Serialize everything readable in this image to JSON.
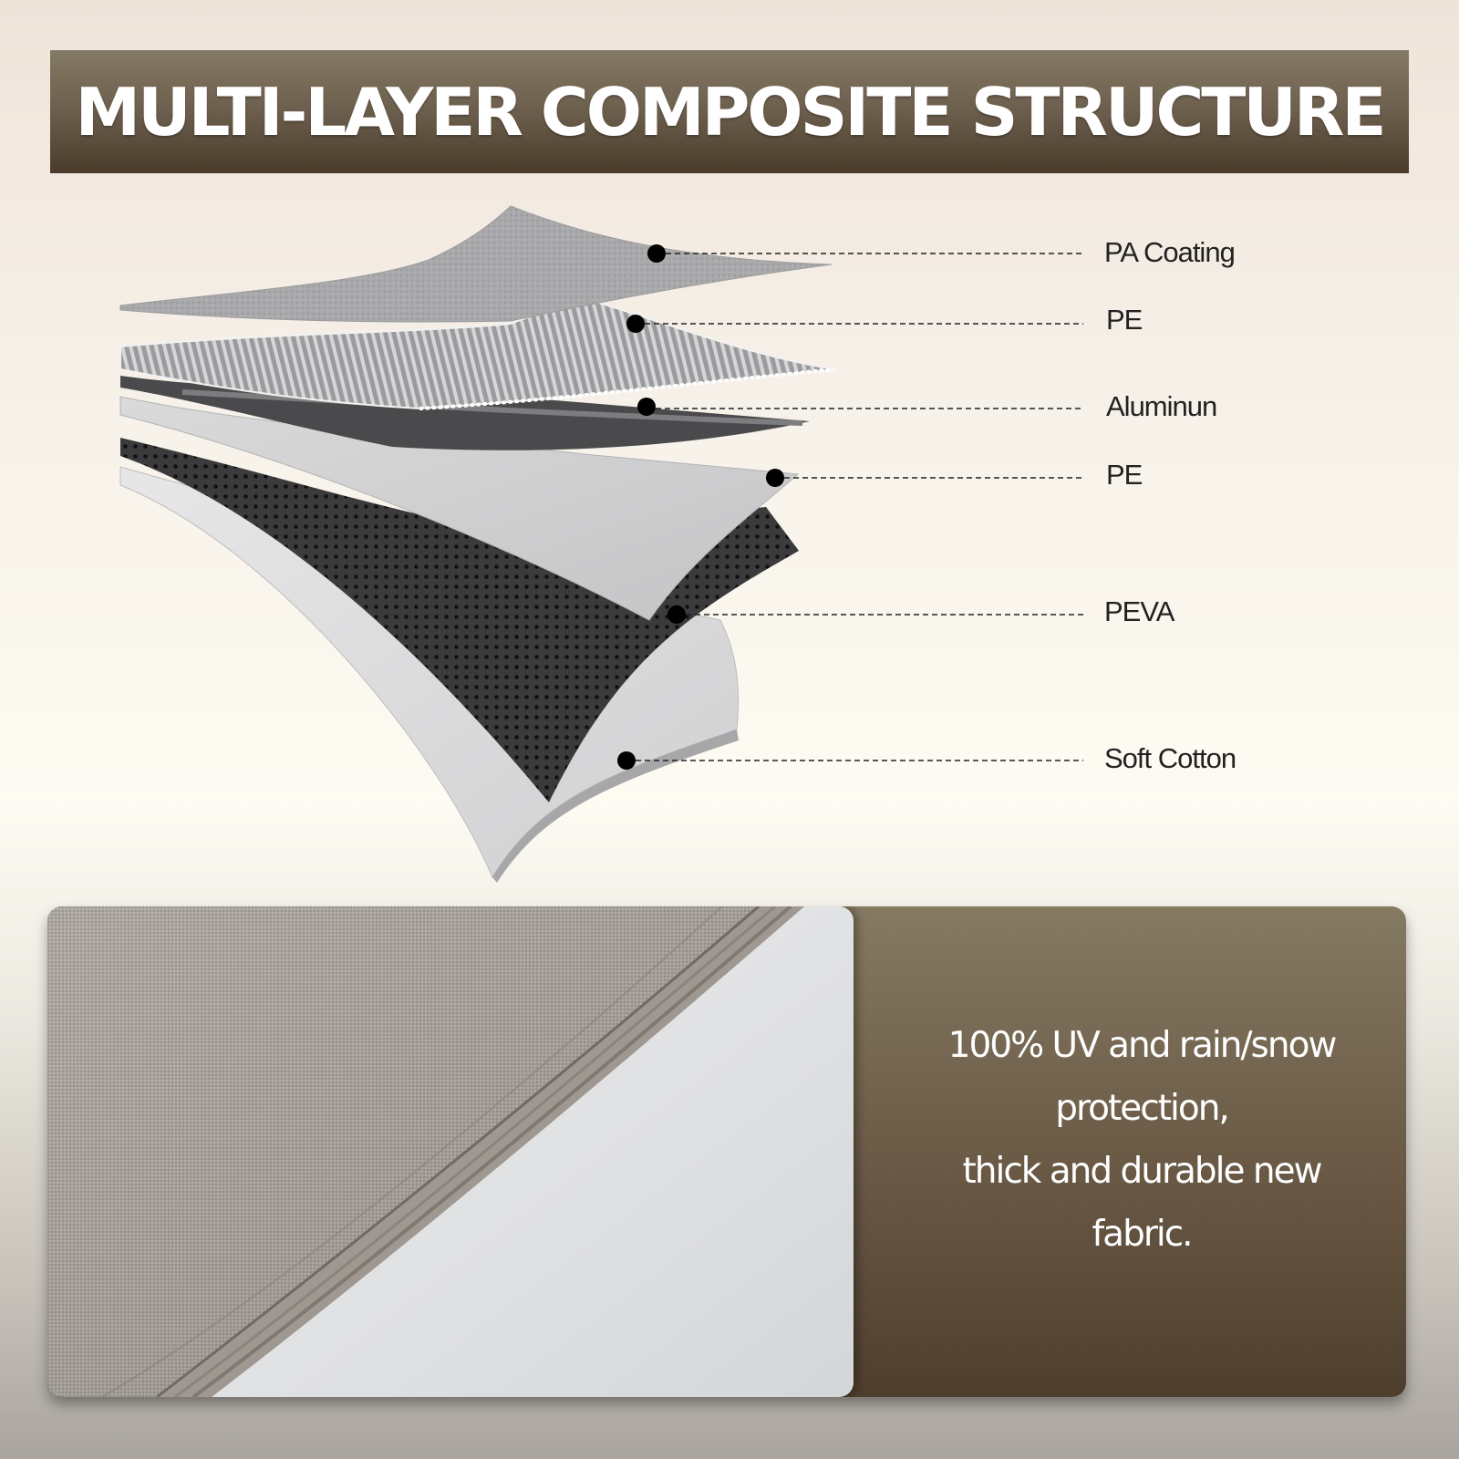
{
  "banner": {
    "title": "MULTI-LAYER COMPOSITE STRUCTURE"
  },
  "layers": [
    {
      "label": "PA Coating"
    },
    {
      "label": "PE"
    },
    {
      "label": "Aluminun"
    },
    {
      "label": "PE"
    },
    {
      "label": "PEVA"
    },
    {
      "label": "Soft Cotton"
    }
  ],
  "feature": {
    "lines": [
      "100% UV and rain/snow",
      "protection,",
      "thick and durable new",
      "fabric."
    ]
  },
  "colors": {
    "banner": "#6c5e4c",
    "panel": "#6b5b47",
    "fabric_outer": "#a39d96",
    "fabric_lining": "#e4e5e6"
  }
}
